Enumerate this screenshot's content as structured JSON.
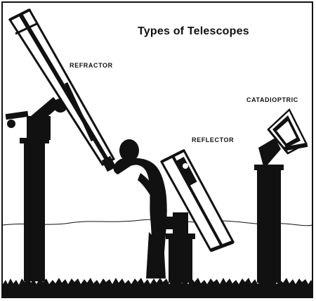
{
  "title": "Types of Telescopes",
  "labels": {
    "refractor": "REFRACTOR",
    "reflector": "REFLECTOR",
    "catadioptric": "CATADIOPTRIC"
  },
  "colors": {
    "ink": "#111111",
    "paper": "#ffffff"
  }
}
